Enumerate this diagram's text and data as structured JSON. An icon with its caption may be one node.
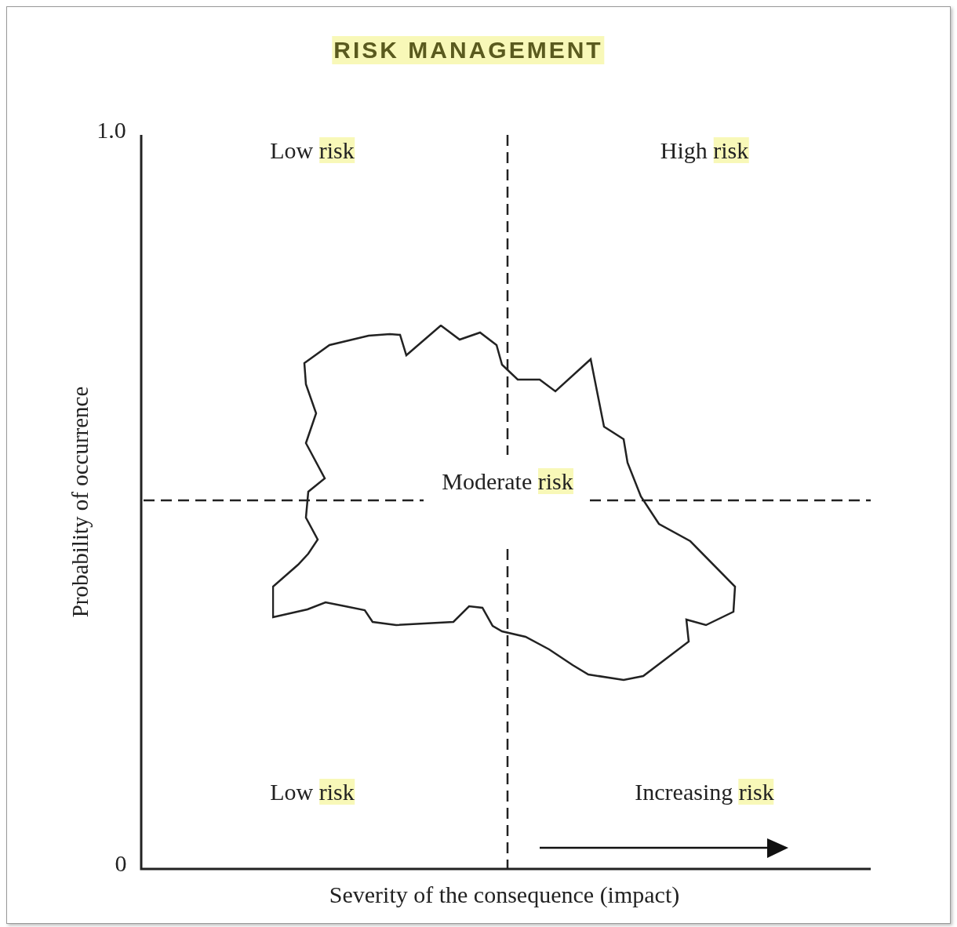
{
  "diagram": {
    "title": "RISK MANAGEMENT",
    "nodes": [
      {
        "text": [
          "Moderate risk"
        ]
      }
    ],
    "edges": [],
    "labels": [
      "1.0",
      "Low risk",
      "High risk",
      "Low risk",
      "Increasing risk",
      "0",
      "Probability of occurrence",
      "Severity of the consequence (impact)"
    ]
  }
}
